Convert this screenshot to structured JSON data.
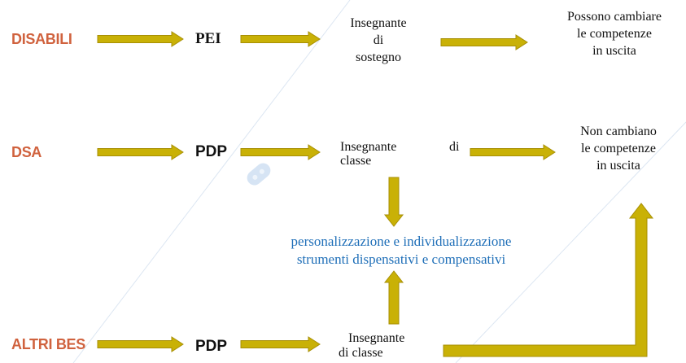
{
  "rows": {
    "disabili": {
      "category": "DISABILI",
      "plan": "PEI",
      "teacher": [
        "Insegnante",
        "di",
        "sostegno"
      ],
      "outcome": [
        "Possono cambiare",
        "le competenze",
        "in uscita"
      ]
    },
    "dsa": {
      "category": "DSA",
      "plan": "PDP",
      "teacher_line1": "Insegnante",
      "teacher_di": "di",
      "teacher_line2": "classe",
      "outcome": [
        "Non cambiano",
        "le competenze",
        "in uscita"
      ]
    },
    "altri_bes": {
      "category": "ALTRI BES",
      "plan": "PDP",
      "teacher": [
        "Insegnante",
        "di classe"
      ]
    }
  },
  "center_box": [
    "personalizzazione e individualizzazione",
    "strumenti dispensativi e compensativi"
  ],
  "colors": {
    "category": "#d0623e",
    "arrow_fill": "#c9b106",
    "arrow_stroke": "#a78f05",
    "center_text": "#1f6fb8"
  }
}
